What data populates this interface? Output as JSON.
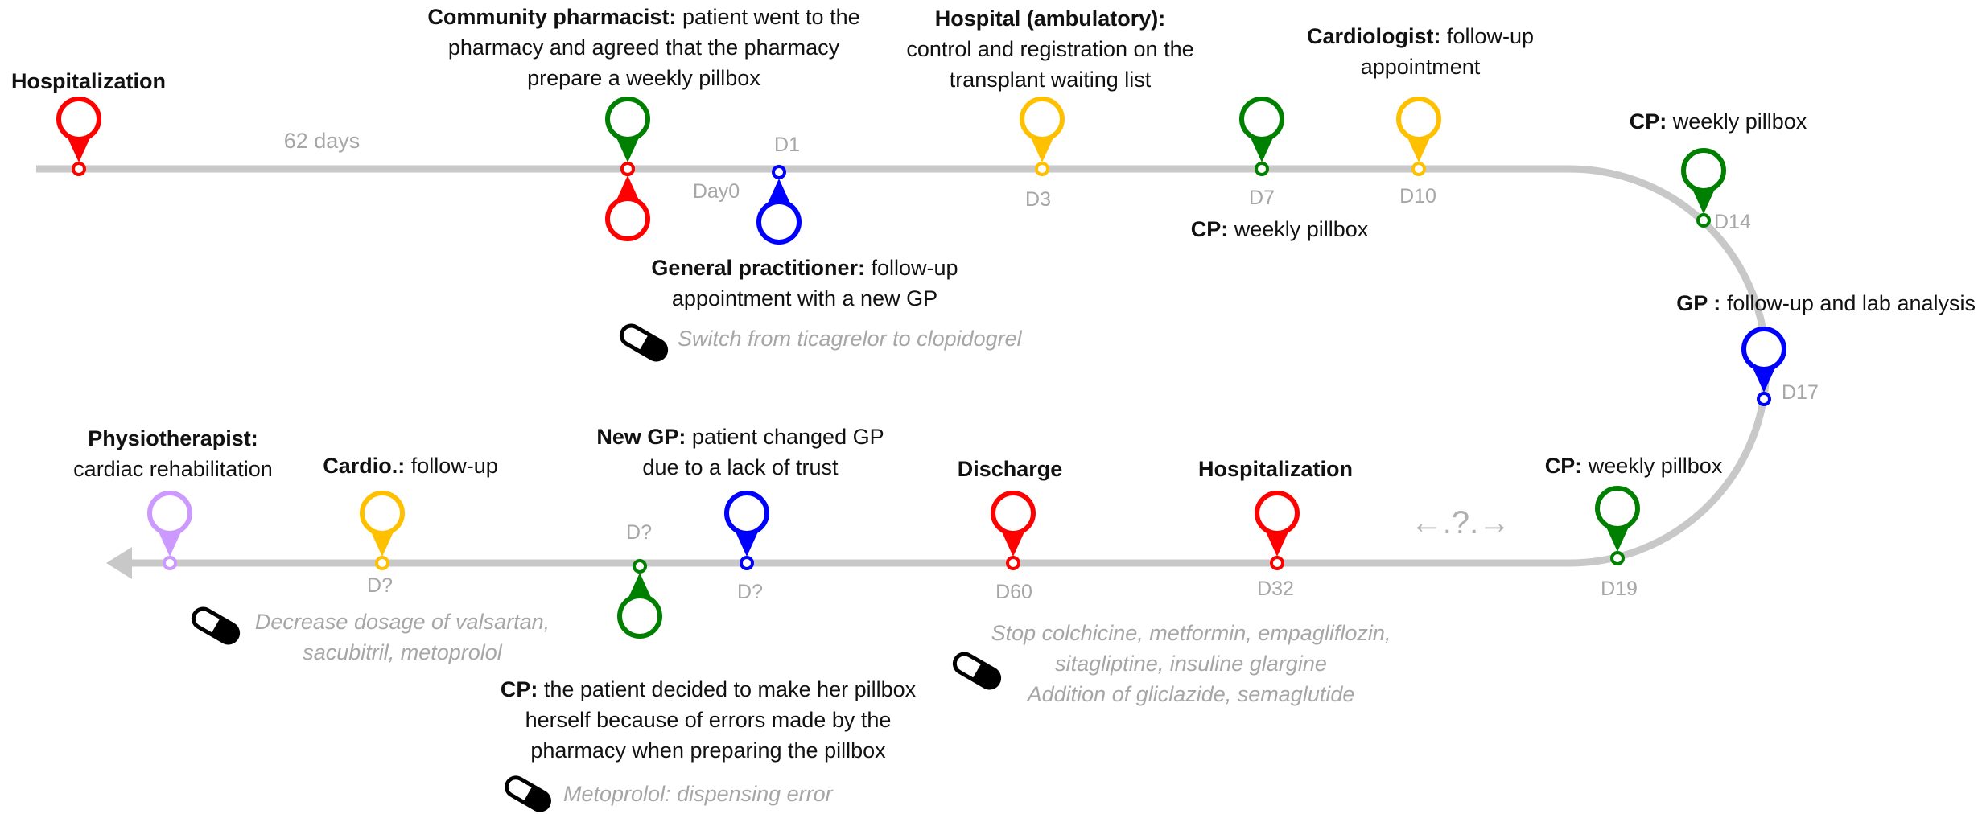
{
  "colors": {
    "hospital": "#ff0000",
    "community_pharmacist": "#008000",
    "general_practitioner": "#0000ff",
    "cardiologist": "#ffc000",
    "physiotherapist": "#cc99ff",
    "timeline": "#c8c8c8",
    "day_label": "#a6a6a6"
  },
  "gap_label": "62 days",
  "unknown_gap_label": "←.?.→",
  "events": {
    "hospitalization_start": {
      "title": "Hospitalization",
      "text": ""
    },
    "cp_day0": {
      "title": "Community pharmacist:",
      "text": "patient went to the pharmacy and agreed that the pharmacy prepare a weekly pillbox"
    },
    "gp_d1": {
      "title": "General practitioner:",
      "text": "follow-up appointment with a new GP"
    },
    "hospital_d3": {
      "title": "Hospital (ambulatory):",
      "text": "control and registration on the transplant waiting list"
    },
    "cp_d7": {
      "title": "CP:",
      "text": "weekly pillbox"
    },
    "cardio_d10": {
      "title": "Cardiologist:",
      "text": "follow-up appointment"
    },
    "cp_d14": {
      "title": "CP:",
      "text": "weekly pillbox"
    },
    "gp_d17": {
      "title": "GP :",
      "text": "follow-up and lab analysis"
    },
    "cp_d19": {
      "title": "CP:",
      "text": "weekly pillbox"
    },
    "hosp_d32": {
      "title": "Hospitalization",
      "text": ""
    },
    "discharge_d60": {
      "title": "Discharge",
      "text": ""
    },
    "newgp": {
      "title": "New GP:",
      "text": "patient changed GP due to a lack of trust"
    },
    "cp_self": {
      "title": "CP:",
      "text": "the patient decided to make her pillbox herself because of errors made by the pharmacy when preparing the pillbox"
    },
    "cardio_followup": {
      "title": "Cardio.:",
      "text": "follow-up"
    },
    "physio": {
      "title": "Physiotherapist:",
      "text": "cardiac rehabilitation"
    }
  },
  "day_labels": {
    "day0": "Day0",
    "d1": "D1",
    "d3": "D3",
    "d7": "D7",
    "d10": "D10",
    "d14": "D14",
    "d17": "D17",
    "d19": "D19",
    "d32": "D32",
    "d60": "D60",
    "dq1": "D?",
    "dq2": "D?",
    "dq3": "D?"
  },
  "medication_notes": {
    "switch": "Switch from ticagrelor to clopidogrel",
    "stop_line1": "Stop colchicine, metformin, empagliflozin,",
    "stop_line2": "sitagliptine, insuline glargine",
    "stop_line3": "Addition of gliclazide, semaglutide",
    "dispensing": "Metoprolol: dispensing error",
    "decrease_line1": "Decrease dosage of valsartan,",
    "decrease_line2": "sacubitril, metoprolol"
  },
  "icons": [
    "map-pin-icon",
    "pill-capsule-icon",
    "arrow-head-icon"
  ]
}
